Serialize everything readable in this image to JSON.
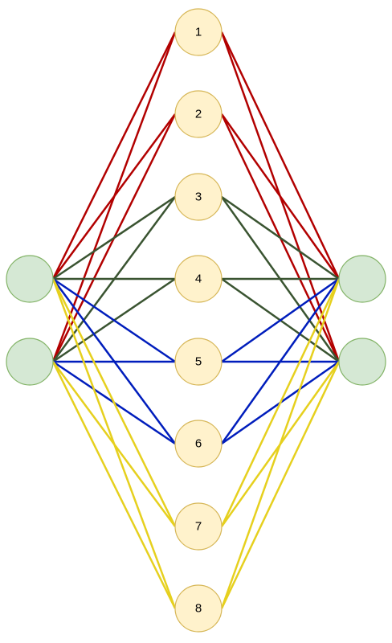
{
  "diagram": {
    "input_nodes": [
      {
        "id": "in-1",
        "label": ""
      },
      {
        "id": "in-2",
        "label": ""
      }
    ],
    "hidden_nodes": [
      {
        "id": "h1",
        "label": "1"
      },
      {
        "id": "h2",
        "label": "2"
      },
      {
        "id": "h3",
        "label": "3"
      },
      {
        "id": "h4",
        "label": "4"
      },
      {
        "id": "h5",
        "label": "5"
      },
      {
        "id": "h6",
        "label": "6"
      },
      {
        "id": "h7",
        "label": "7"
      },
      {
        "id": "h8",
        "label": "8"
      }
    ],
    "output_nodes": [
      {
        "id": "out-1",
        "label": ""
      },
      {
        "id": "out-2",
        "label": ""
      }
    ],
    "edge_groups": [
      {
        "hidden": [
          "h1",
          "h2"
        ],
        "color": "#b20000"
      },
      {
        "hidden": [
          "h3",
          "h4"
        ],
        "color": "#3a5431"
      },
      {
        "hidden": [
          "h5",
          "h6"
        ],
        "color": "#001dbc"
      },
      {
        "hidden": [
          "h7",
          "h8"
        ],
        "color": "#e6d01e"
      }
    ],
    "colors": {
      "io_fill": "#d5e8d4",
      "io_stroke": "#82b366",
      "hidden_fill": "#fff2cc",
      "hidden_stroke": "#d6b656"
    }
  }
}
